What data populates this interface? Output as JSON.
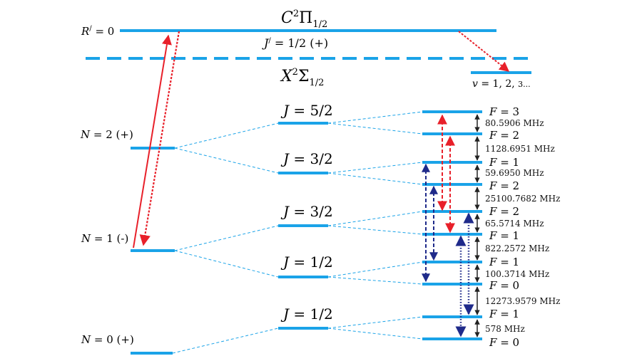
{
  "excited": {
    "state": "C",
    "state_sup": "2",
    "state_symbol": "Π",
    "state_sub": "1/2",
    "rprime_label": "R",
    "rprime_sup": "/",
    "rprime_value": " = 0",
    "jprime_label": "J",
    "jprime_sup": "/",
    "jprime_value": " = 1/2 (+)"
  },
  "ground": {
    "state": "X",
    "state_sup": "2",
    "state_symbol": "Σ",
    "state_sub": "1/2"
  },
  "vibration": {
    "label": "v",
    "values": " = 1,  2,  ",
    "trail": "3..."
  },
  "n_levels": [
    {
      "label": "N",
      "value": " = 2 (+)"
    },
    {
      "label": "N",
      "value": " = 1 (-)"
    },
    {
      "label": "N",
      "value": " = 0 (+)"
    }
  ],
  "j_levels": [
    {
      "label": "J",
      "value": " = 5/2"
    },
    {
      "label": "J",
      "value": " = 3/2"
    },
    {
      "label": "J",
      "value": " = 3/2"
    },
    {
      "label": "J",
      "value": " = 1/2"
    },
    {
      "label": "J",
      "value": " = 1/2"
    }
  ],
  "f_levels": [
    {
      "label": "F",
      "value": " = 3"
    },
    {
      "label": "F",
      "value": " = 2"
    },
    {
      "label": "F",
      "value": " = 1"
    },
    {
      "label": "F",
      "value": " = 2"
    },
    {
      "label": "F",
      "value": " = 2"
    },
    {
      "label": "F",
      "value": " = 1"
    },
    {
      "label": "F",
      "value": " = 1"
    },
    {
      "label": "F",
      "value": " = 0"
    },
    {
      "label": "F",
      "value": " = 1"
    },
    {
      "label": "F",
      "value": " = 0"
    }
  ],
  "splittings": [
    "80.5906 MHz",
    "1128.6951 MHz",
    "59.6950 MHz",
    "25100.7682 MHz",
    "65.5714 MHz",
    "822.2572 MHz",
    "100.3714 MHz",
    "12273.9579 MHz",
    "578 MHz"
  ],
  "colors": {
    "level": "#1aa3e8",
    "laser": "#e8202a",
    "rf": "#1f2a8a",
    "splitting": "#222222"
  }
}
